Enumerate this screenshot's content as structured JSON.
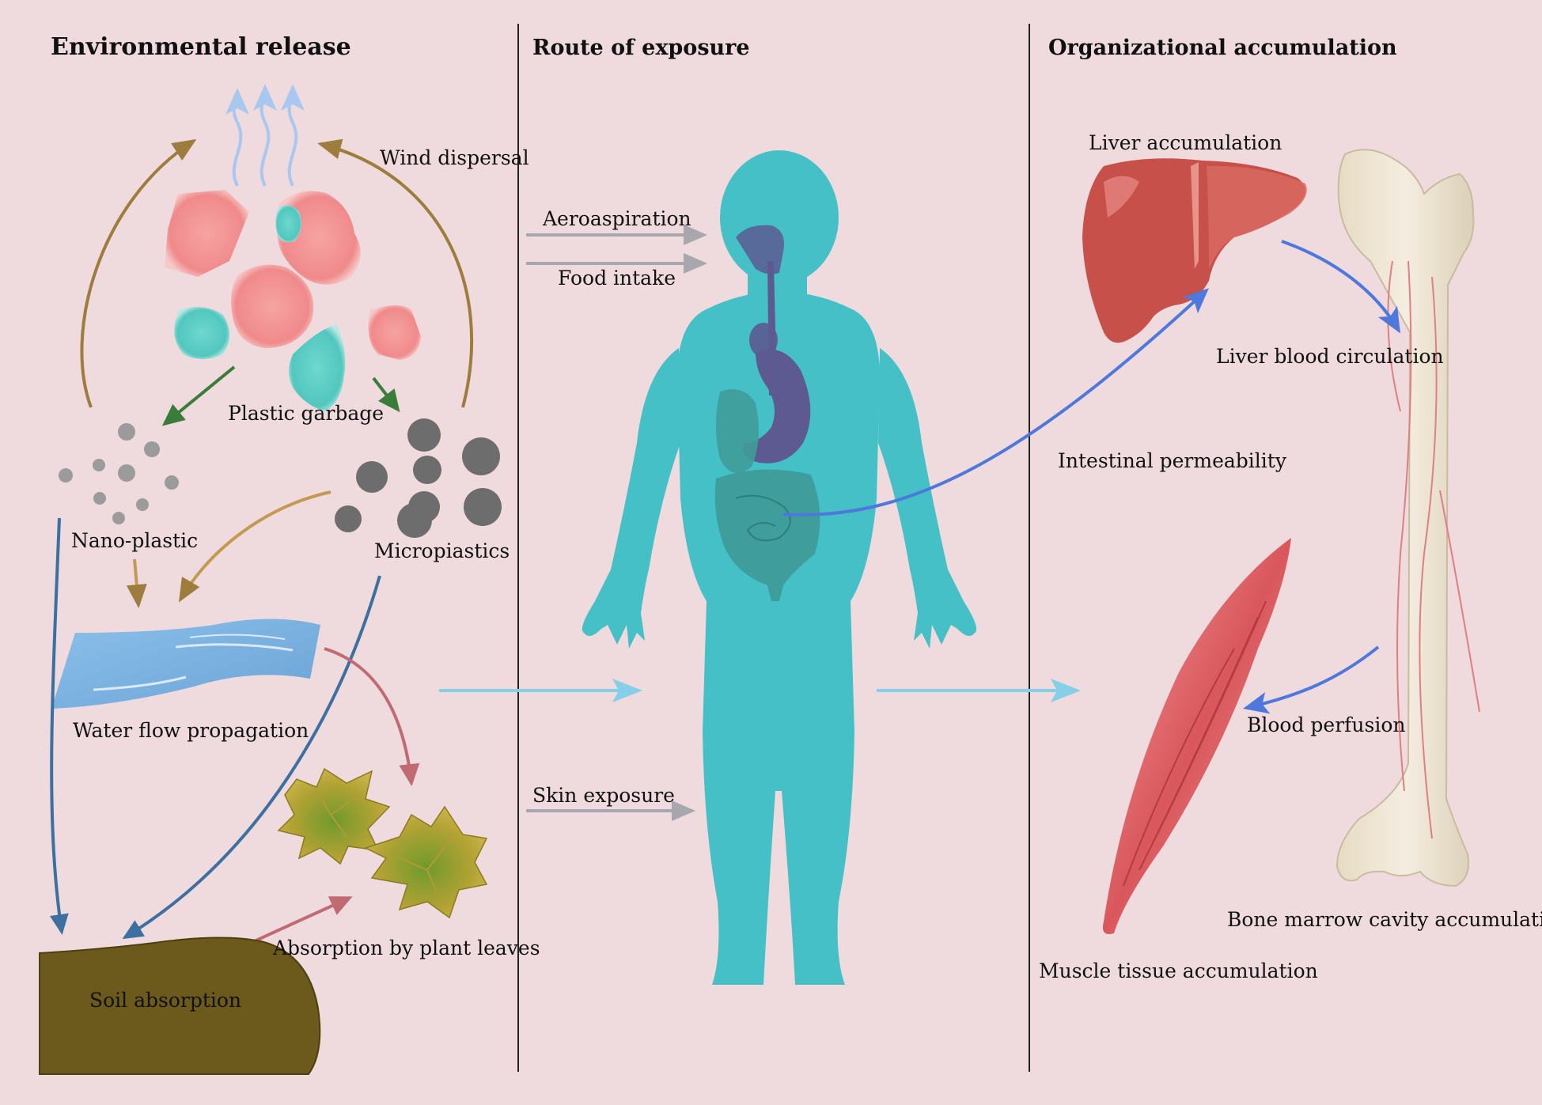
{
  "sections": {
    "environmental_release": "Environmental release",
    "route_of_exposure": "Route of exposure",
    "organizational_accumulation": "Organizational accumulation"
  },
  "environment": {
    "wind_dispersal": "Wind dispersal",
    "plastic_garbage": "Plastic garbage",
    "nano_plastic": "Nano-plastic",
    "microplastics": "Micropiastics",
    "water_flow": "Water flow propagation",
    "soil_absorption": "Soil absorption",
    "plant_absorption": "Absorption by plant leaves"
  },
  "exposure": {
    "aeroaspiration": "Aeroaspiration",
    "food_intake": "Food intake",
    "skin_exposure": "Skin exposure"
  },
  "accumulation": {
    "liver_accumulation": "Liver accumulation",
    "liver_blood_circulation": "Liver blood circulation",
    "intestinal_permeability": "Intestinal permeability",
    "blood_perfusion": "Blood perfusion",
    "bone_marrow": "Bone marrow cavity accumulation",
    "muscle_tissue": "Muscle tissue accumulation"
  },
  "icons": [
    "wind-icon",
    "plastic-fragment-icon",
    "particle-icon",
    "water-icon",
    "leaf-icon",
    "soil-icon",
    "human-body-icon",
    "liver-icon",
    "bone-icon",
    "muscle-icon",
    "arrow-icon"
  ],
  "colors": {
    "background": "#efdadd",
    "body": "#44c0c6",
    "organs": "#5c5a90",
    "plastic_pink": "#f08e8e",
    "plastic_teal": "#5fd0c7",
    "particles": "#6d6d6d",
    "water": "#7fb3df",
    "soil": "#6b5a1c",
    "liver": "#c8504a",
    "bone": "#ede2cf",
    "muscle": "#e06a6f",
    "arrow_gold": "#9c7d3d",
    "arrow_blue": "#3d6fa0",
    "arrow_red": "#c06a72",
    "arrow_green": "#3a7d3a",
    "arrow_grey": "#a7a7ad",
    "arrow_cyan": "#86cfe8",
    "arrow_bright_blue": "#4f78dc"
  }
}
